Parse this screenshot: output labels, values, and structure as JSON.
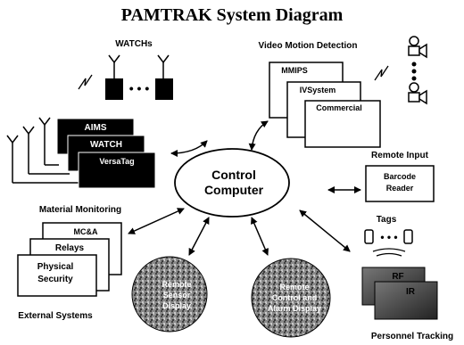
{
  "title": "PAMTRAK System Diagram",
  "center": {
    "line1": "Control",
    "line2": "Computer"
  },
  "watch": {
    "label": "WATCHs",
    "dots": "• • •"
  },
  "material": {
    "label": "Material Monitoring",
    "cards": [
      "AIMS",
      "WATCH",
      "VersaTag"
    ]
  },
  "video": {
    "label": "Video Motion Detection",
    "cards": [
      "MMIPS",
      "IVSystem",
      "Commercial"
    ]
  },
  "remote_input": {
    "label": "Remote Input",
    "line1": "Barcode",
    "line2": "Reader"
  },
  "tags": {
    "label": "Tags",
    "dots": "• • •"
  },
  "external": {
    "label": "External Systems",
    "cards": [
      "MC&A",
      "Relays",
      "Physical",
      "Security"
    ]
  },
  "sensor_display": {
    "line1": "Remote",
    "line2": "Sensor",
    "line3": "Display"
  },
  "alarm_display": {
    "line1": "Remote",
    "line2": "Control and",
    "line3": "Alarm Display"
  },
  "personnel": {
    "label": "Personnel Tracking",
    "cards": [
      "RF",
      "IR"
    ]
  }
}
